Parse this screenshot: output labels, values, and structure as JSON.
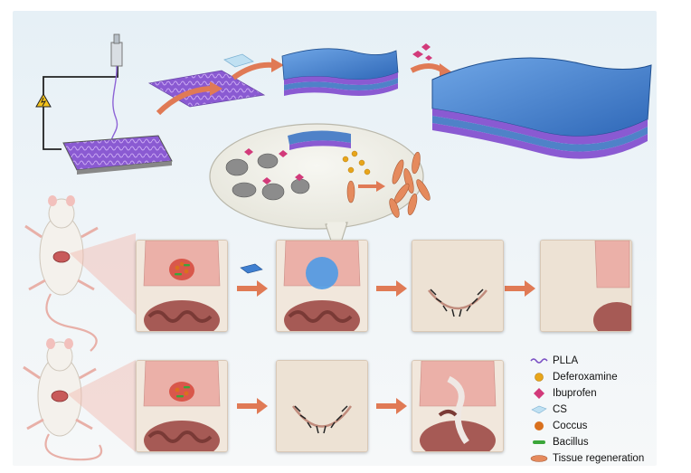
{
  "legend": {
    "items": [
      {
        "icon": "plla-fiber-icon",
        "label": "PLLA"
      },
      {
        "icon": "deferoxamine-icon",
        "label": "Deferoxamine"
      },
      {
        "icon": "ibuprofen-icon",
        "label": "Ibuprofen"
      },
      {
        "icon": "cs-sheet-icon",
        "label": "CS"
      },
      {
        "icon": "coccus-icon",
        "label": "Coccus"
      },
      {
        "icon": "bacillus-icon",
        "label": "Bacillus"
      },
      {
        "icon": "tissue-regeneration-icon",
        "label": "Tissue regeneration"
      }
    ]
  },
  "colors": {
    "plla": "#7a4fc4",
    "cs_blue": "#3f7fd0",
    "deferoxamine": "#e8a51a",
    "ibuprofen": "#d23a7a",
    "coccus": "#d9701e",
    "bacillus": "#3aa63a",
    "tissue": "#e58a5d",
    "arrow": "#e07a55",
    "skin": "#e8b0a8"
  }
}
